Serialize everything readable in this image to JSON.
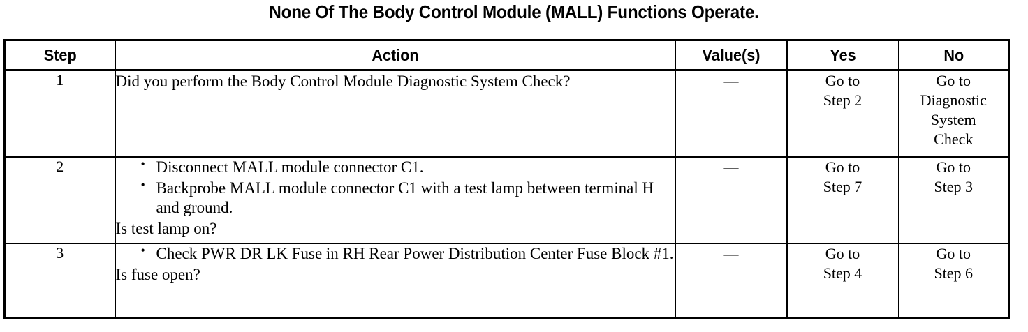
{
  "title": "None Of The Body Control Module (MALL) Functions Operate.",
  "table": {
    "headers": {
      "step": "Step",
      "action": "Action",
      "value": "Value(s)",
      "yes": "Yes",
      "no": "No"
    },
    "rows": [
      {
        "step": "1",
        "action": {
          "bullets": [],
          "question": "Did you perform the Body Control Module Diagnostic System Check?"
        },
        "value": "—",
        "yes": "Go to\nStep 2",
        "no": "Go to\nDiagnostic\nSystem\nCheck"
      },
      {
        "step": "2",
        "action": {
          "bullets": [
            "Disconnect MALL module connector C1.",
            "Backprobe MALL module connector C1 with a test lamp between terminal H and ground."
          ],
          "question": "Is test lamp on?"
        },
        "value": "—",
        "yes": "Go to\nStep 7",
        "no": "Go to\nStep 3"
      },
      {
        "step": "3",
        "action": {
          "bullets": [
            "Check PWR DR LK Fuse in RH Rear Power Distribution Center Fuse Block #1."
          ],
          "question": "Is fuse open?"
        },
        "value": "—",
        "yes": "Go to\nStep 4",
        "no": "Go to\nStep 6"
      }
    ]
  }
}
